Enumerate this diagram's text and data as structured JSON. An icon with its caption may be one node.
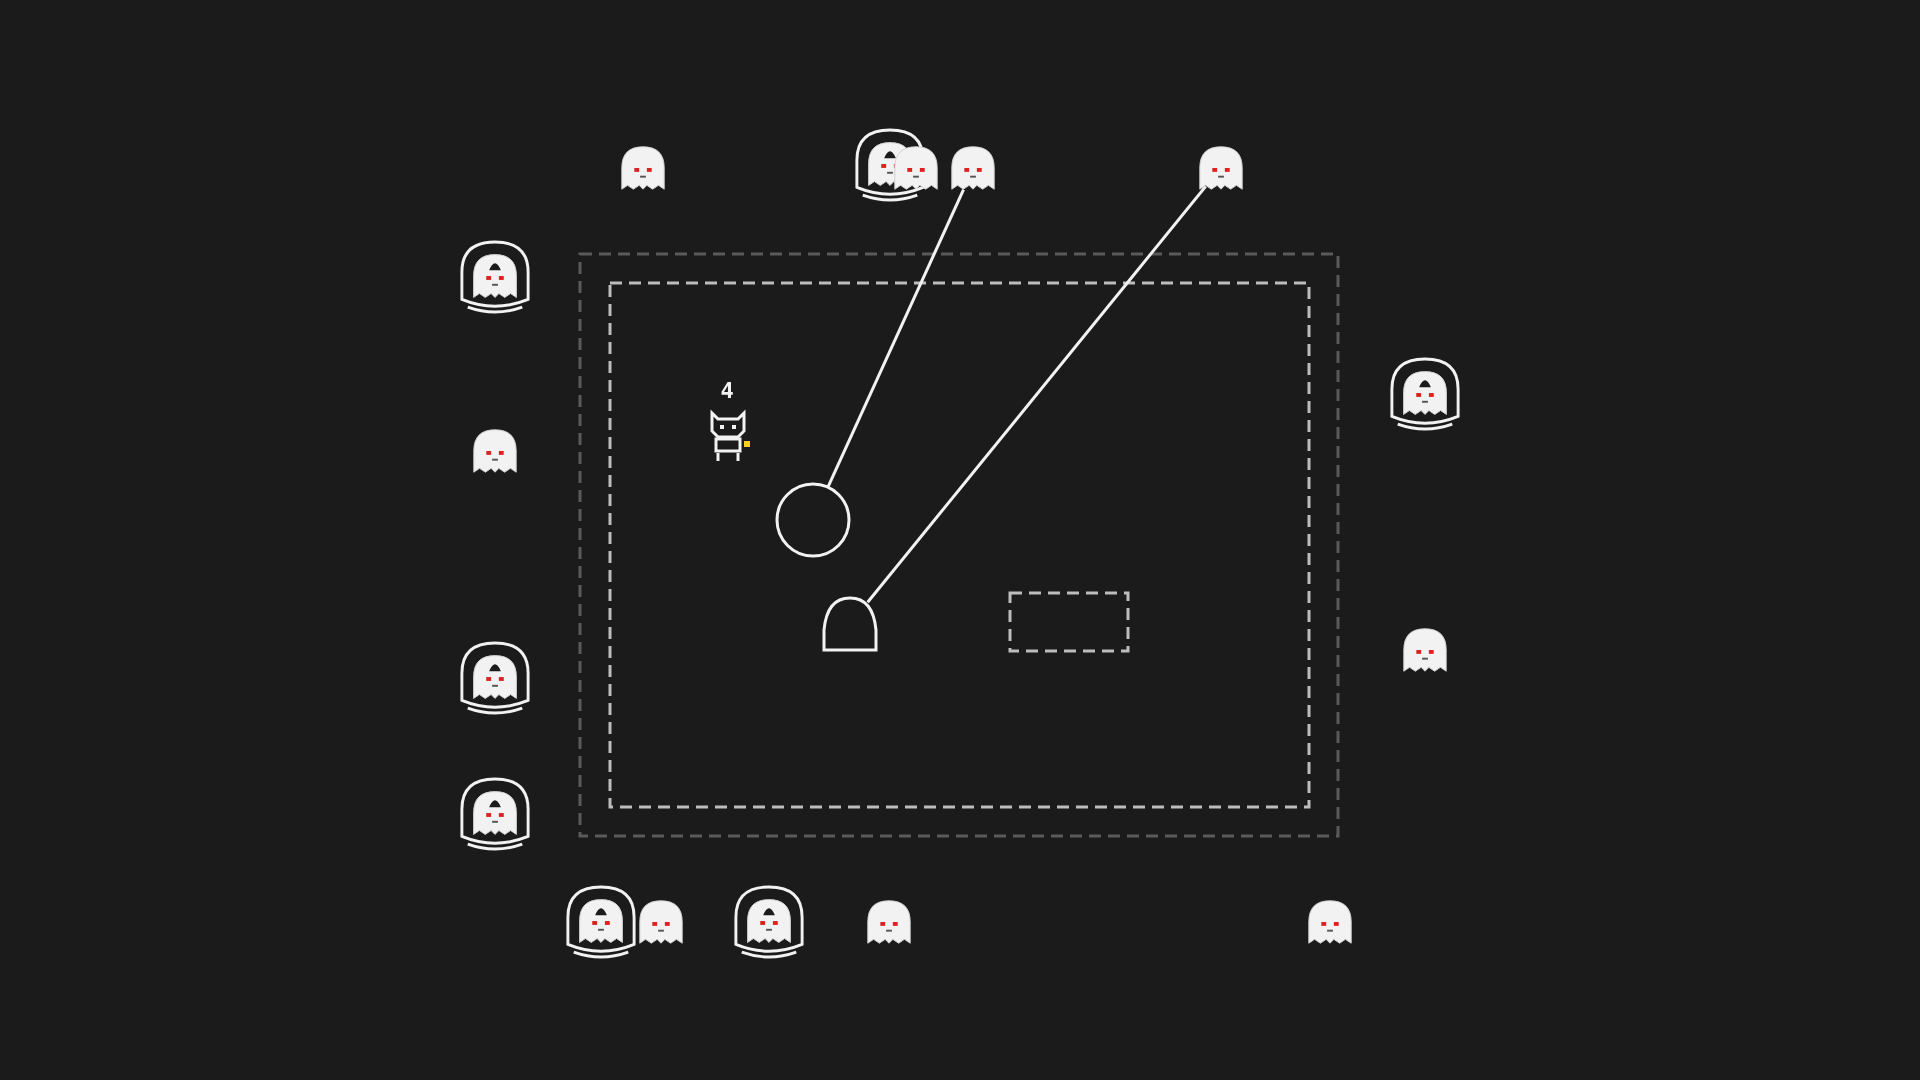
{
  "diagram": {
    "nodes": [
      {
        "text": [],
        "shape": "picture"
      },
      {
        "text": [],
        "shape": "picture"
      },
      {
        "text": [],
        "shape": "circle"
      },
      {
        "text": [],
        "shape": "dome"
      },
      {
        "text": [],
        "shape": "box"
      }
    ],
    "edges": [
      {
        "from": 0,
        "to": 2,
        "arrow": "none"
      },
      {
        "from": 1,
        "to": 3,
        "arrow": "none"
      }
    ],
    "labels": [
      "4"
    ]
  }
}
